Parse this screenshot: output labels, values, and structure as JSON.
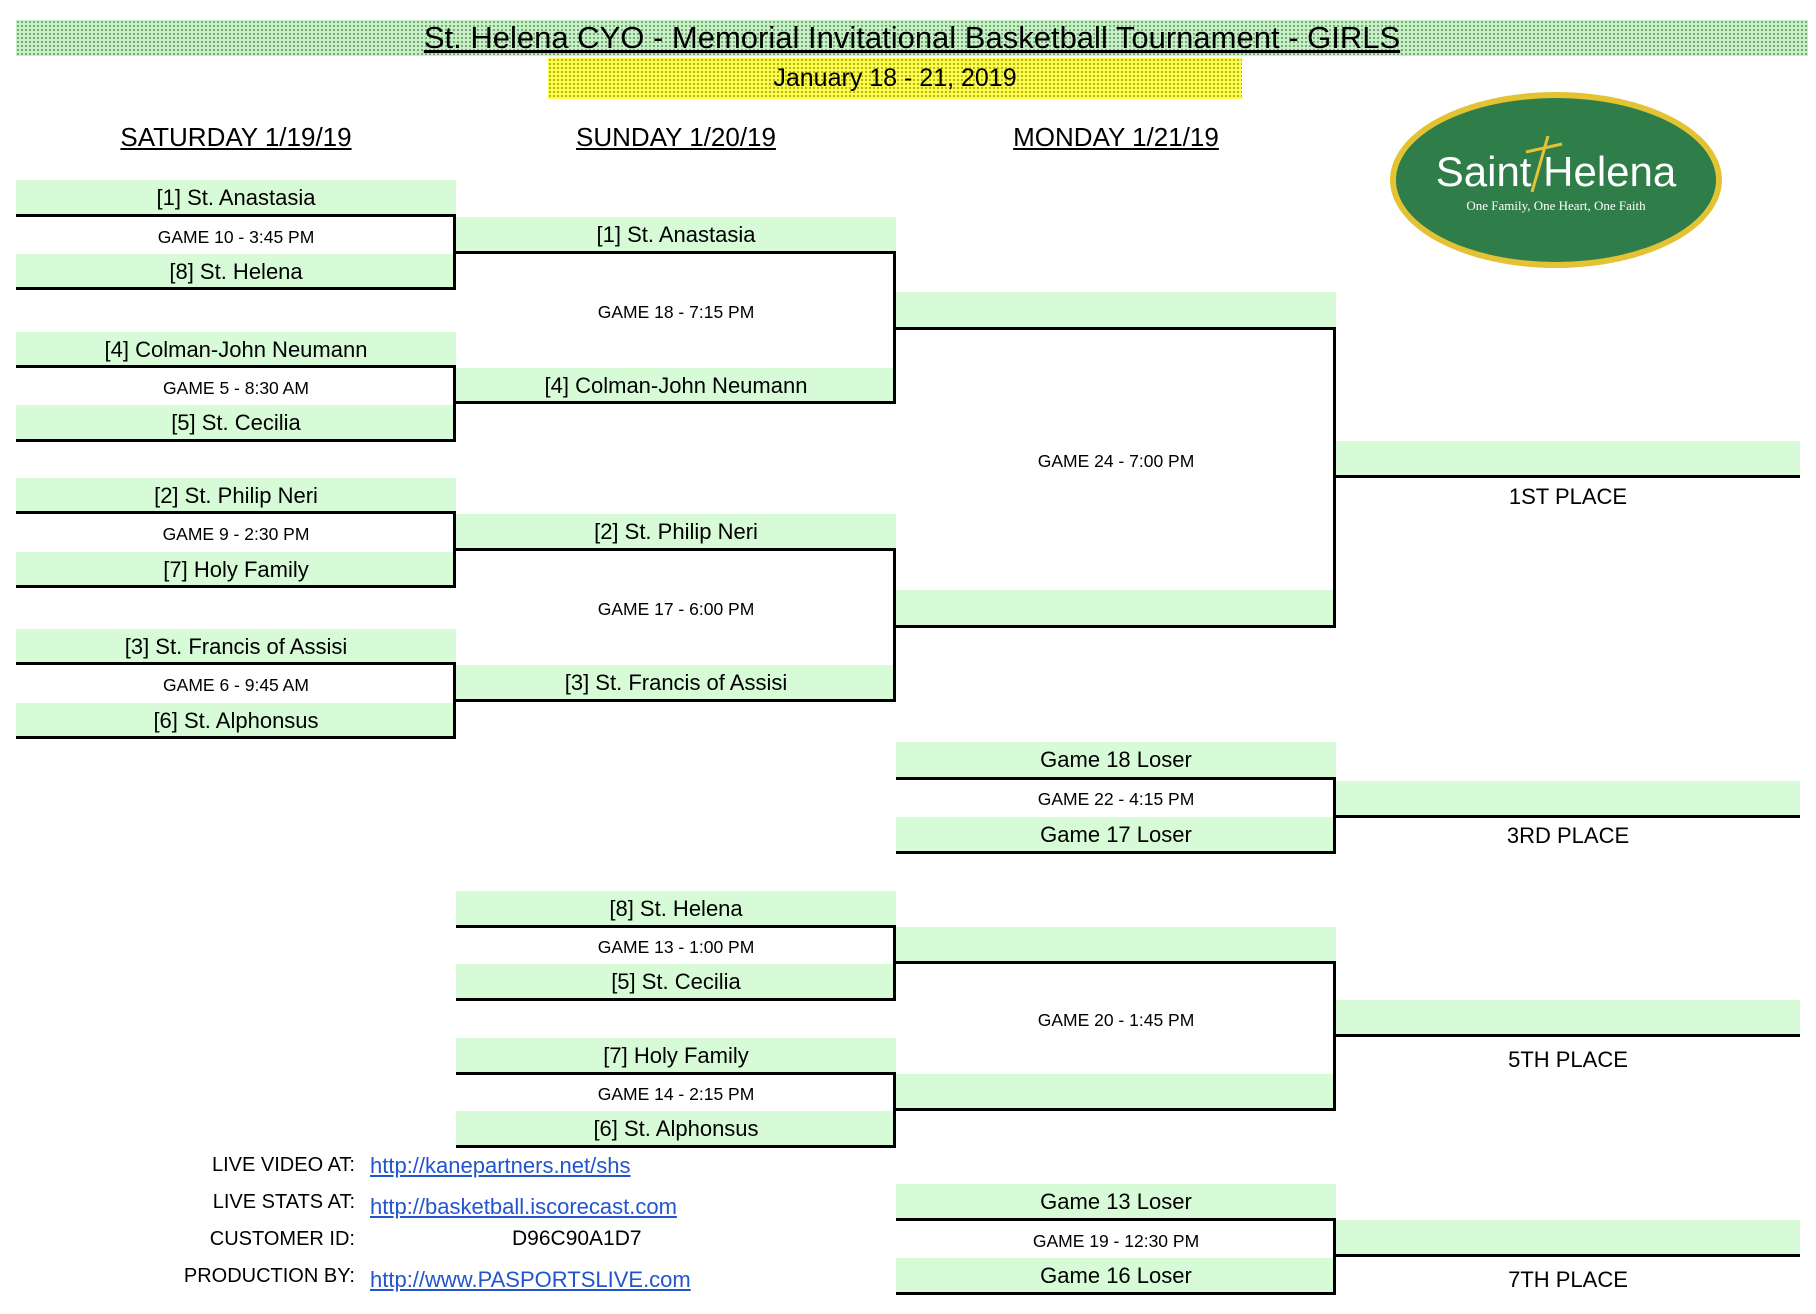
{
  "title": "St. Helena CYO - Memorial Invitational Basketball Tournament - GIRLS",
  "subtitle": "January 18 - 21, 2019",
  "days": [
    "SATURDAY 1/19/19",
    "SUNDAY 1/20/19",
    "MONDAY 1/21/19"
  ],
  "logo": {
    "name": "Saint Helena",
    "tagline": "One Family, One Heart, One Faith",
    "colors": {
      "green": "#2f7d48",
      "gold": "#e3c234"
    }
  },
  "round1": [
    {
      "top": "[1] St. Anastasia",
      "game": "GAME 10 - 3:45 PM",
      "bottom": "[8] St. Helena"
    },
    {
      "top": "[4] Colman-John Neumann",
      "game": "GAME 5 - 8:30 AM",
      "bottom": "[5] St. Cecilia"
    },
    {
      "top": "[2] St. Philip Neri",
      "game": "GAME 9 - 2:30 PM",
      "bottom": "[7] Holy Family"
    },
    {
      "top": "[3] St. Francis of Assisi",
      "game": "GAME 6 - 9:45 AM",
      "bottom": "[6] St. Alphonsus"
    }
  ],
  "semis": [
    {
      "top": "[1] St. Anastasia",
      "game": "GAME 18 - 7:15 PM",
      "bottom": "[4] Colman-John Neumann"
    },
    {
      "top": "[2] St. Philip Neri",
      "game": "GAME 17 - 6:00 PM",
      "bottom": "[3] St. Francis of Assisi"
    }
  ],
  "final": {
    "game": "GAME 24 - 7:00 PM",
    "place": "1ST PLACE"
  },
  "third": {
    "top": "Game 18 Loser",
    "game": "GAME 22 - 4:15 PM",
    "bottom": "Game 17 Loser",
    "place": "3RD PLACE"
  },
  "consolation": [
    {
      "top": "[8] St. Helena",
      "game": "GAME 13 - 1:00 PM",
      "bottom": "[5] St. Cecilia"
    },
    {
      "top": "[7] Holy Family",
      "game": "GAME 14 - 2:15 PM",
      "bottom": "[6] St. Alphonsus"
    }
  ],
  "fifth": {
    "game": "GAME 20 - 1:45 PM",
    "place": "5TH PLACE"
  },
  "seventh": {
    "top": "Game 13 Loser",
    "game": "GAME 19 - 12:30 PM",
    "bottom": "Game 16 Loser",
    "place": "7TH PLACE"
  },
  "info": {
    "video_label": "LIVE VIDEO AT:",
    "video_url": "http://kanepartners.net/shs",
    "stats_label": "LIVE STATS AT:",
    "stats_url": "http://basketball.iscorecast.com",
    "customer_label": "CUSTOMER ID:",
    "customer_id": "D96C90A1D7",
    "production_label": "PRODUCTION BY:",
    "production_url": "http://www.PASPORTSLIVE.com"
  }
}
